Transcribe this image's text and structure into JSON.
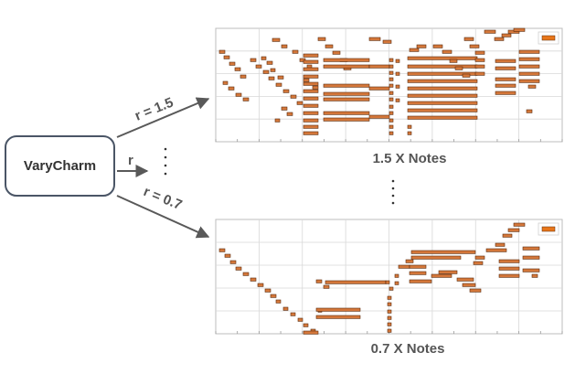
{
  "source_box": {
    "label": "VaryCharm"
  },
  "arrows": {
    "top": {
      "label": "r = 1.5"
    },
    "middle": {
      "label": "r"
    },
    "bottom": {
      "label": "r = 0.7"
    }
  },
  "panels": {
    "top": {
      "caption": "1.5 X Notes"
    },
    "bottom": {
      "caption": "0.7 X Notes"
    }
  },
  "colors": {
    "note_fill": "#d4773a",
    "note_edge": "#5a2a0a",
    "grid": "#d8d8d8",
    "frame": "#bdbdbd",
    "arrow": "#595959",
    "box_stroke": "#4a5566",
    "legend_swatch": "#e8761a"
  }
}
